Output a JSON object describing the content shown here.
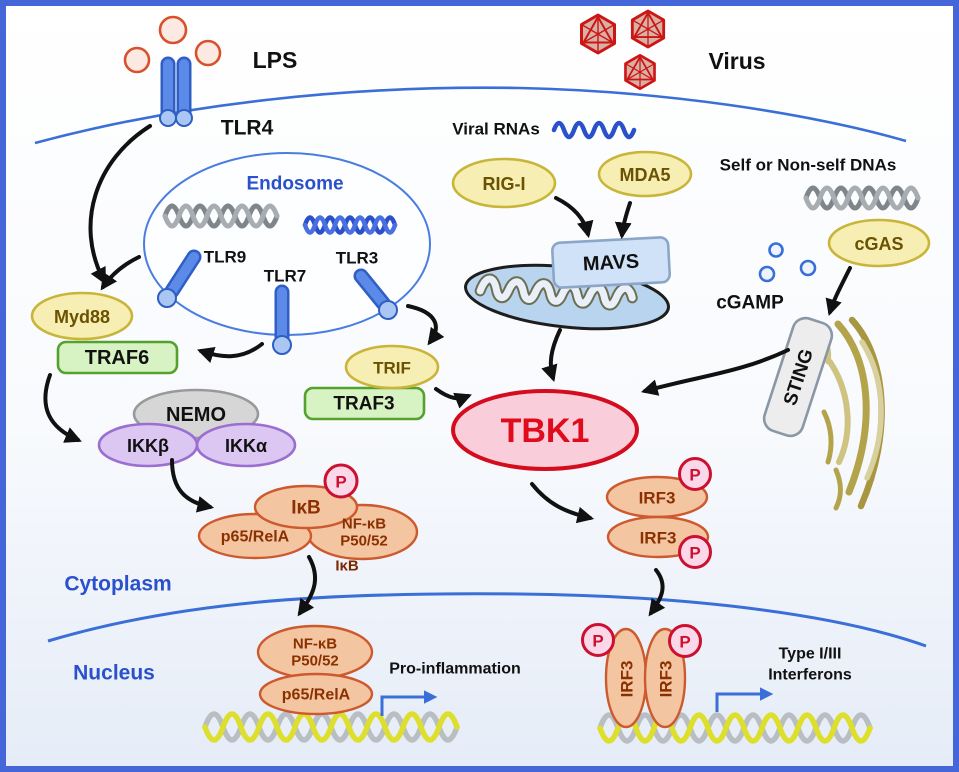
{
  "membranes": {
    "endosome_label": "Endosome",
    "cytoplasm_label": "Cytoplasm",
    "nucleus_label": "Nucleus"
  },
  "stimuli": {
    "lps": "LPS",
    "virus": "Virus",
    "viral_rnas": "Viral RNAs",
    "self_dnas": "Self or Non-self DNAs",
    "cgamp": "cGAMP"
  },
  "receptors": {
    "tlr4": "TLR4",
    "tlr9": "TLR9",
    "tlr7": "TLR7",
    "tlr3": "TLR3"
  },
  "nodes": {
    "myd88": "Myd88",
    "traf6": "TRAF6",
    "nemo": "NEMO",
    "ikkb": "IKKβ",
    "ikka": "IKKα",
    "trif": "TRIF",
    "traf3": "TRAF3",
    "tbk1": "TBK1",
    "rigi": "RIG-I",
    "mda5": "MDA5",
    "mavs": "MAVS",
    "cgas": "cGAS",
    "sting": "STING",
    "ikb": "IκB",
    "ikb_small": "IκB",
    "p65_rela": "p65/RelA",
    "nfkb": "NF-κB",
    "p50_52": "P50/52",
    "irf3": "IRF3",
    "phospho": "P"
  },
  "outputs": {
    "pro_inflammation": "Pro-inflammation",
    "interferons_line1": "Type I/III",
    "interferons_line2": "Interferons"
  },
  "edges": [
    [
      "TLR4",
      "Myd88"
    ],
    [
      "TLR9",
      "Myd88"
    ],
    [
      "TLR7",
      "TRAF6"
    ],
    [
      "TLR3",
      "TRIF"
    ],
    [
      "TRIF/TRAF3",
      "TBK1"
    ],
    [
      "TRAF6",
      "NEMO/IKKβ/IKKα"
    ],
    [
      "NEMO/IKKβ/IKKα",
      "IκB/NF-κB complex"
    ],
    [
      "RIG-I",
      "MAVS"
    ],
    [
      "MDA5",
      "MAVS"
    ],
    [
      "MAVS",
      "TBK1"
    ],
    [
      "cGAS",
      "STING"
    ],
    [
      "STING",
      "TBK1"
    ],
    [
      "TBK1",
      "IRF3 dimer"
    ],
    [
      "IκB/NF-κB complex",
      "nuclear NF-κB → Pro-inflammation"
    ],
    [
      "IRF3 dimer",
      "nuclear IRF3 → Type I/III Interferons"
    ]
  ],
  "colors": {
    "border": "#4566d8",
    "membrane": "#3a6fd8",
    "yellow_node_fill": "#f6eeb2",
    "yellow_node_stroke": "#c9b53a",
    "green_node_fill": "#d8f3c3",
    "green_node_stroke": "#55a12e",
    "purple_node_fill": "#dcc6f2",
    "gray_node_fill": "#d6d6d6",
    "salmon_node_fill": "#f4c5a1",
    "salmon_node_stroke": "#cc5a2e",
    "tbk1_fill": "#f9cdd9",
    "tbk1_stroke": "#d30d1d",
    "phospho_fill": "#fad7e9",
    "phospho_stroke": "#cc1030",
    "mavs_fill": "#cfe2f7",
    "sting_fill": "#ededed",
    "arrow": "#111111",
    "virus_red": "#cc1616"
  }
}
